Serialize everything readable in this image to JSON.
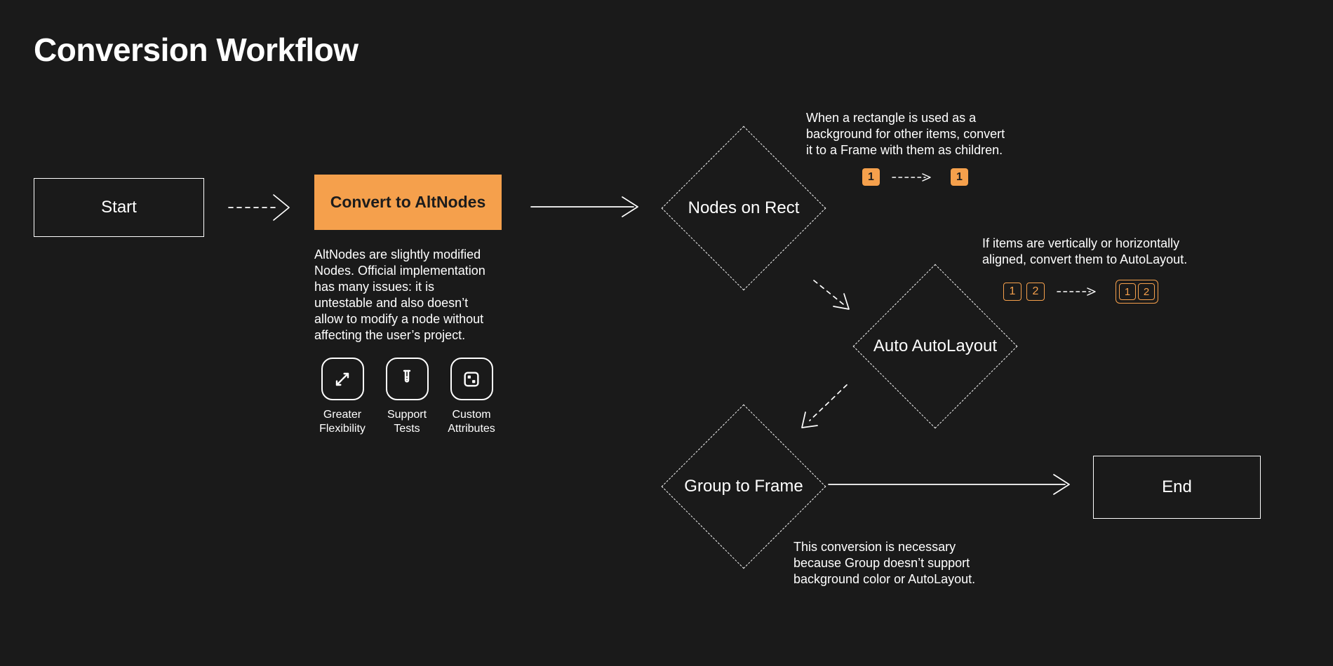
{
  "title": "Conversion Workflow",
  "colors": {
    "background": "#1A1A1A",
    "accent_orange": "#F5A04C",
    "line_white": "#FFFFFF",
    "dark_text": "#1C1C1C"
  },
  "nodes": {
    "start": {
      "label": "Start"
    },
    "convert": {
      "label": "Convert to AltNodes",
      "description": "AltNodes are slightly modified\nNodes. Official implementation\nhas many issues: it is\nuntestable and also doesn’t\nallow to modify a node without\naffecting the user’s project.",
      "features": [
        {
          "icon": "expand-icon",
          "label": "Greater\nFlexibility"
        },
        {
          "icon": "test-tube-icon",
          "label": "Support\nTests"
        },
        {
          "icon": "dice-icon",
          "label": "Custom\nAttributes"
        }
      ]
    },
    "nodes_on_rect": {
      "label": "Nodes on Rect",
      "annotation": "When a rectangle is used as a\nbackground for other items, convert\nit to a Frame with them as children.",
      "demo": {
        "before": [
          "1"
        ],
        "after": [
          "1"
        ]
      }
    },
    "auto_autolayout": {
      "label": "Auto AutoLayout",
      "annotation": "If items are vertically or horizontally\naligned, convert them to AutoLayout.",
      "demo": {
        "before": [
          "1",
          "2"
        ],
        "after": [
          "1",
          "2"
        ]
      }
    },
    "group_to_frame": {
      "label": "Group to Frame",
      "annotation": "This conversion is necessary\nbecause Group doesn’t support\nbackground color or AutoLayout."
    },
    "end": {
      "label": "End"
    }
  }
}
